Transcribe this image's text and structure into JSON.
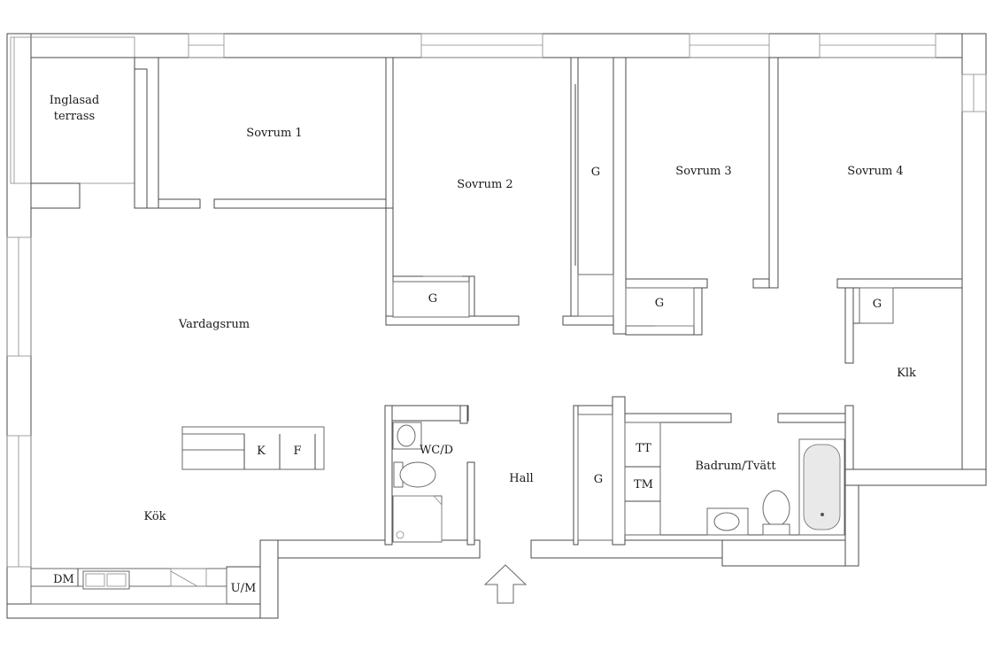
{
  "rooms": {
    "terrace_line1": "Inglasad",
    "terrace_line2": "terrass",
    "bedroom1": "Sovrum 1",
    "bedroom2": "Sovrum 2",
    "bedroom3": "Sovrum 3",
    "bedroom4": "Sovrum 4",
    "living": "Vardagsrum",
    "kitchen": "Kök",
    "hall": "Hall",
    "wc": "WC/D",
    "bath": "Badrum/Tvätt",
    "walkin": "Klk"
  },
  "storage": {
    "wardrobe": "G",
    "fridge": "K",
    "freezer": "F",
    "dishwasher": "DM",
    "oven_micro": "U/M",
    "dryer": "TT",
    "washer": "TM"
  }
}
